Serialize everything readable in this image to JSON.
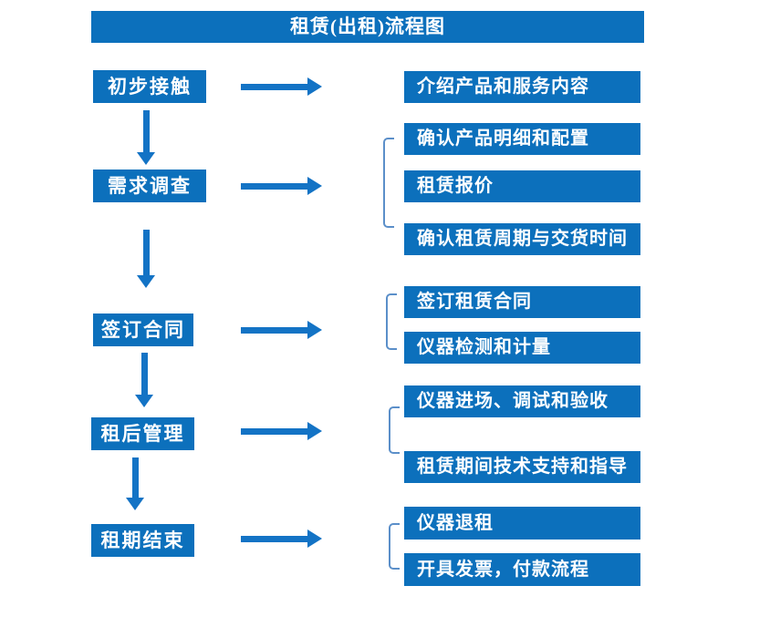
{
  "title": "租赁(出租)流程图",
  "colors": {
    "box_blue": "#0c70bc",
    "arrow_blue": "#1373c5",
    "bracket_blue": "#5b8fc9",
    "text": "#ffffff",
    "background": "#ffffff"
  },
  "left_steps": [
    "初步接触",
    "需求调查",
    "签订合同",
    "租后管理",
    "租期结束"
  ],
  "right_groups": [
    {
      "items": [
        "介绍产品和服务内容"
      ]
    },
    {
      "items": [
        "确认产品明细和配置",
        "租赁报价",
        "确认租赁周期与交货时间"
      ]
    },
    {
      "items": [
        "签订租赁合同",
        "仪器检测和计量"
      ]
    },
    {
      "items": [
        "仪器进场、调试和验收",
        "租赁期间技术支持和指导"
      ]
    },
    {
      "items": [
        "仪器退租",
        "开具发票，付款流程"
      ]
    }
  ]
}
